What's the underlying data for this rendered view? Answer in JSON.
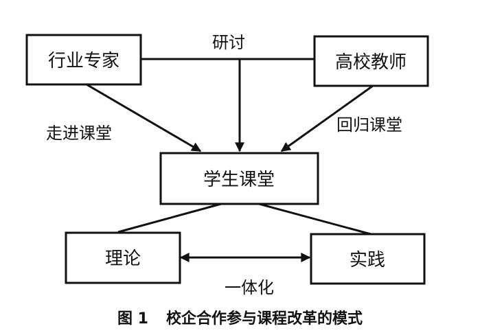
{
  "diagram": {
    "nodes": {
      "industry_expert": "行业专家",
      "college_teacher": "高校教师",
      "student_classroom": "学生课堂",
      "theory": "理论",
      "practice": "实践"
    },
    "edges": {
      "discussion": "研讨",
      "enter_classroom": "走进课堂",
      "return_classroom": "回归课堂",
      "integration": "一体化"
    }
  },
  "caption": {
    "figure_number": "图 1",
    "title": "校企合作参与课程改革的模式"
  },
  "colors": {
    "stroke": "#111111",
    "background": "#ffffff"
  }
}
